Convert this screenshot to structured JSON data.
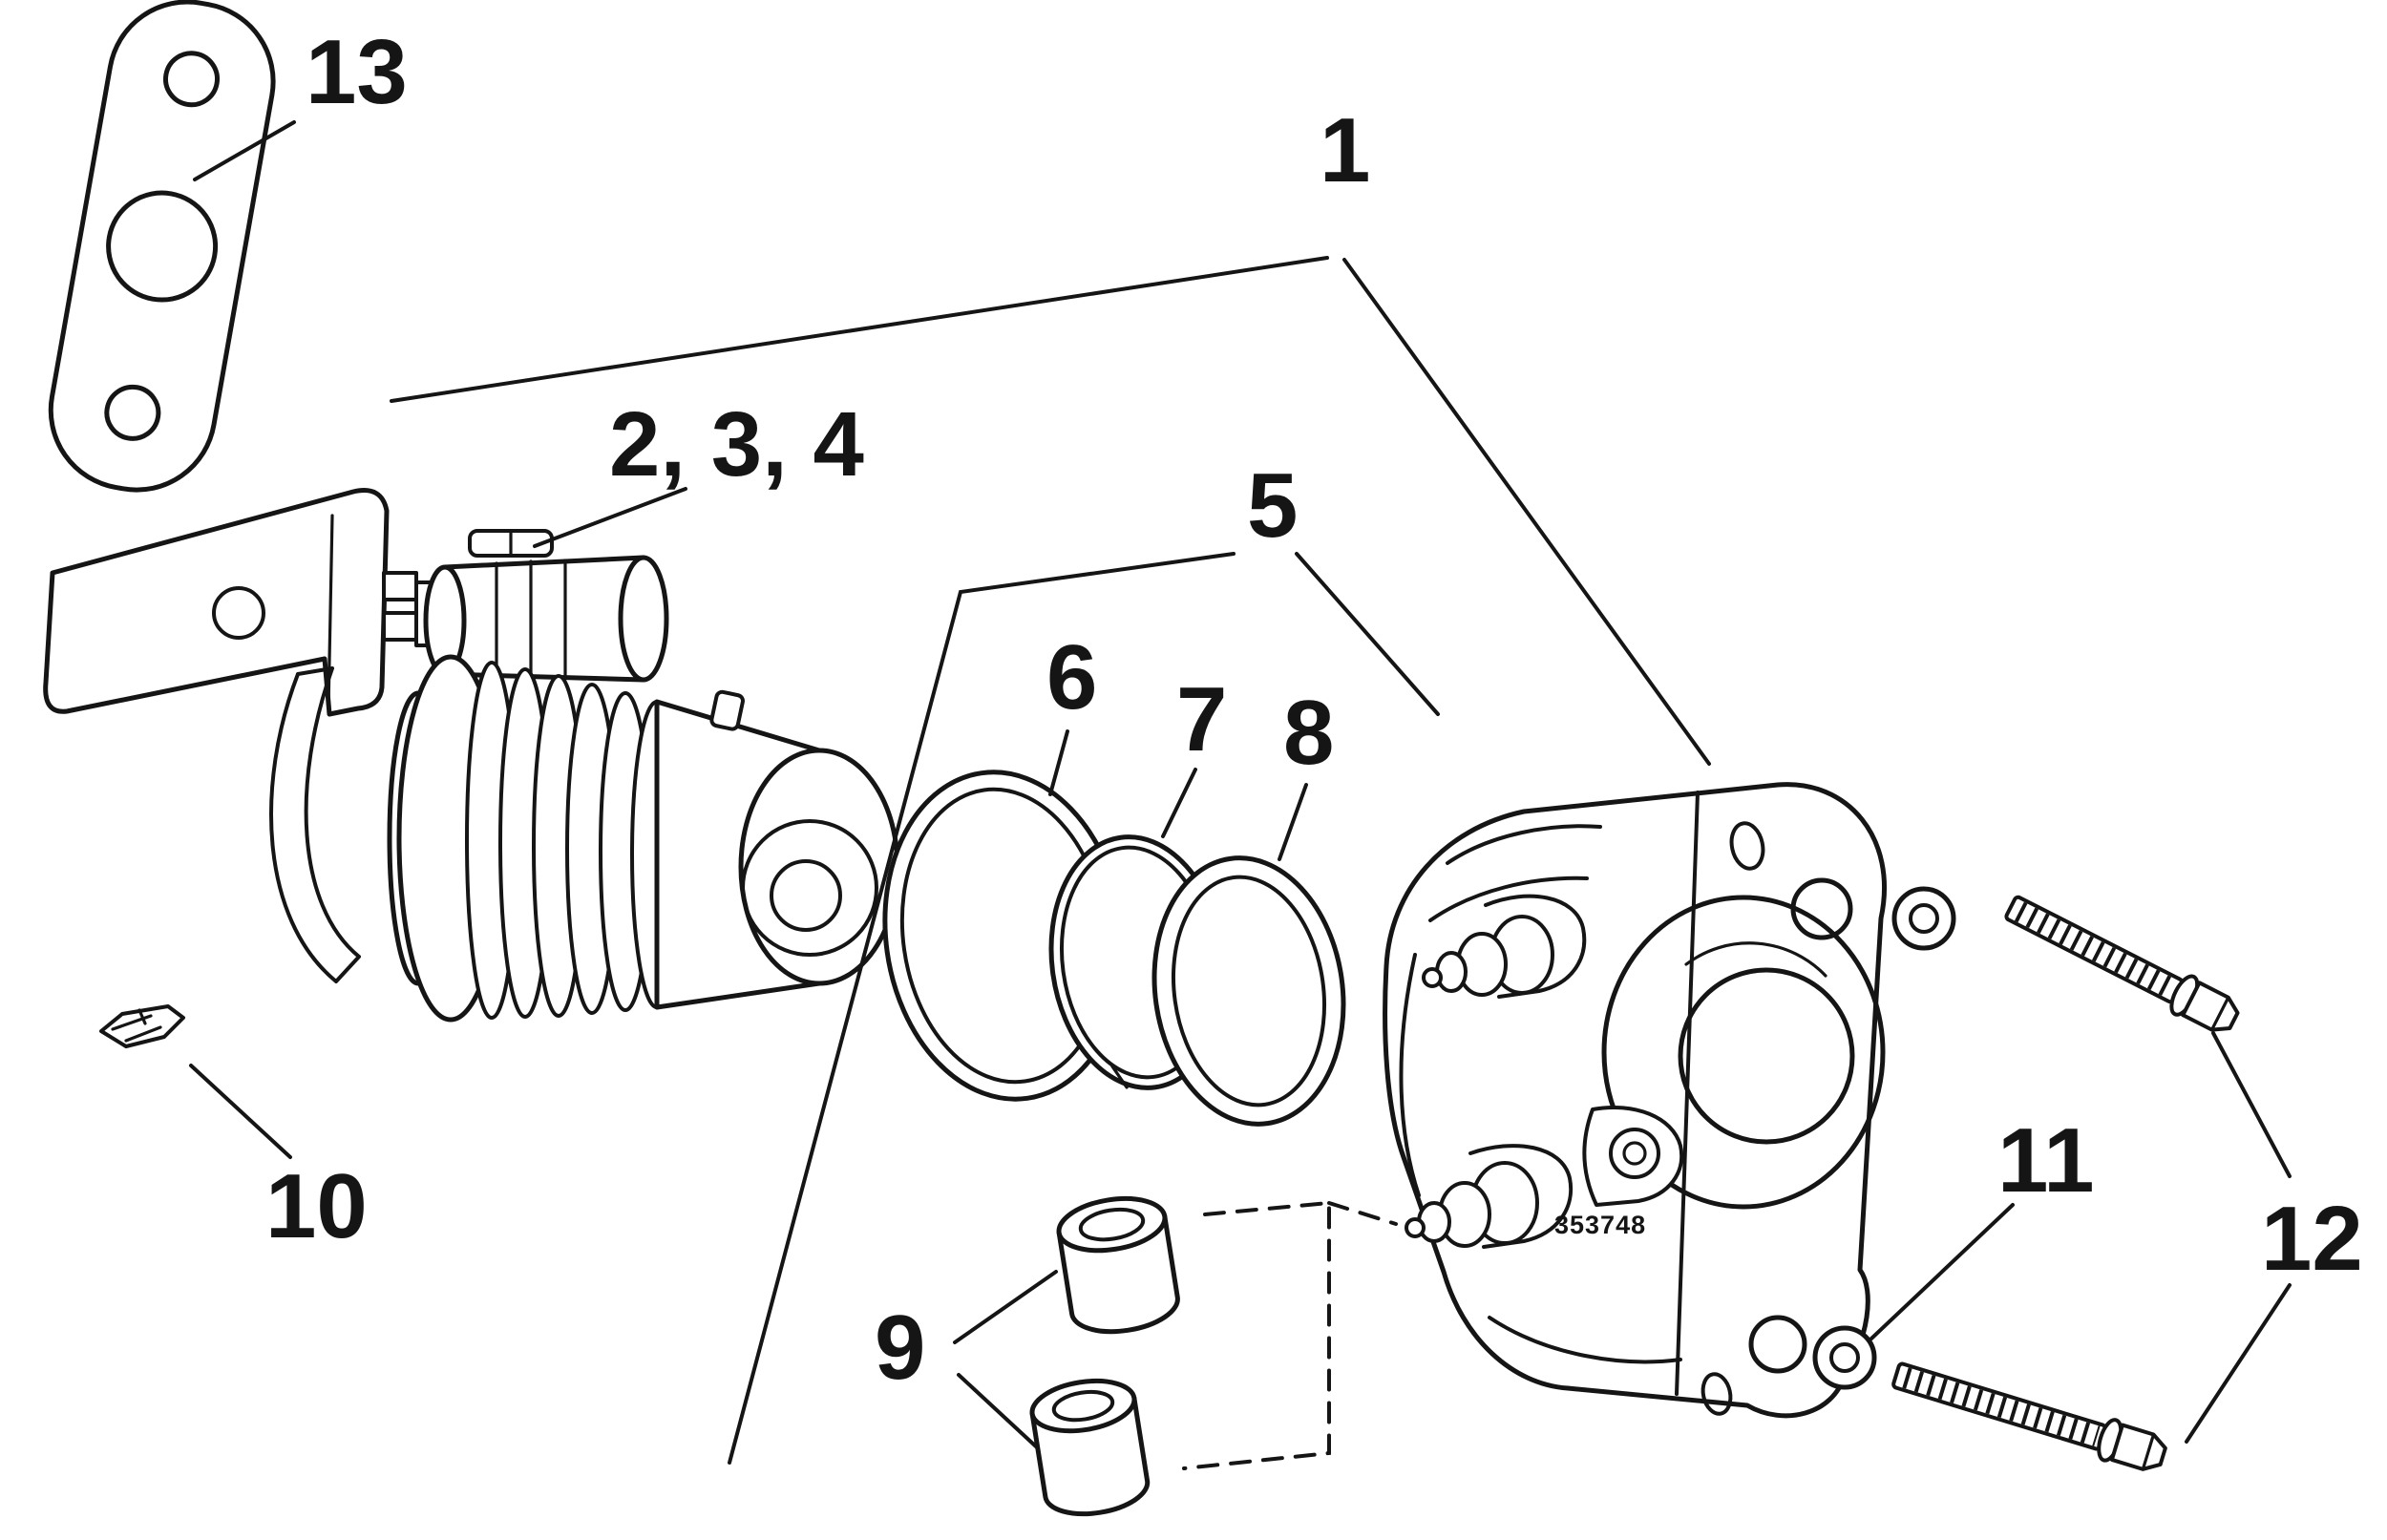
{
  "page": {
    "background": "#ffffff",
    "ink": "#151515"
  },
  "callouts": {
    "c1": "1",
    "c234": "2, 3, 4",
    "c5": "5",
    "c6": "6",
    "c7": "7",
    "c8": "8",
    "c9": "9",
    "c10": "10",
    "c11": "11",
    "c12": "12",
    "c13": "13"
  },
  "housing": {
    "stamped_part_number": "353748"
  }
}
